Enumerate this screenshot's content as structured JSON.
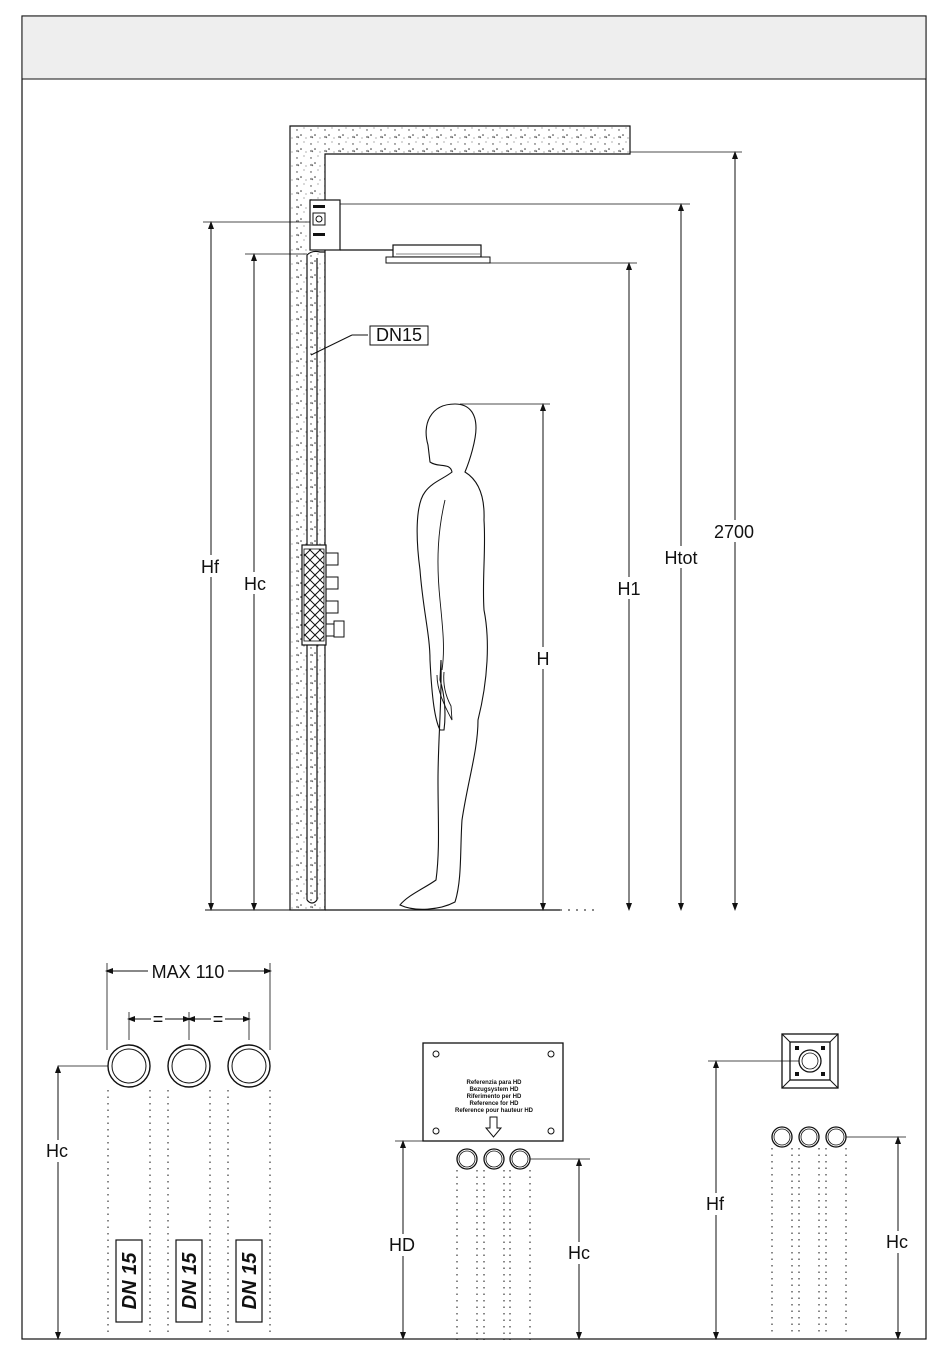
{
  "labels": {
    "hf": "Hf",
    "hc": "Hc",
    "dn15": "DN15",
    "h": "H",
    "h1": "H1",
    "htot": "Htot",
    "total": "2700",
    "max": "MAX 110",
    "equal": "=",
    "hd": "HD",
    "pipe_label": "DN 15"
  },
  "plate_lines": [
    "Referenzia para HD",
    "Bezugsystem HD",
    "Riferimento per HD",
    "Reference for HD",
    "Reference pour hauteur HD"
  ],
  "colors": {
    "line": "#111111",
    "header": "#eeeeee",
    "wall": "#ffffff"
  }
}
